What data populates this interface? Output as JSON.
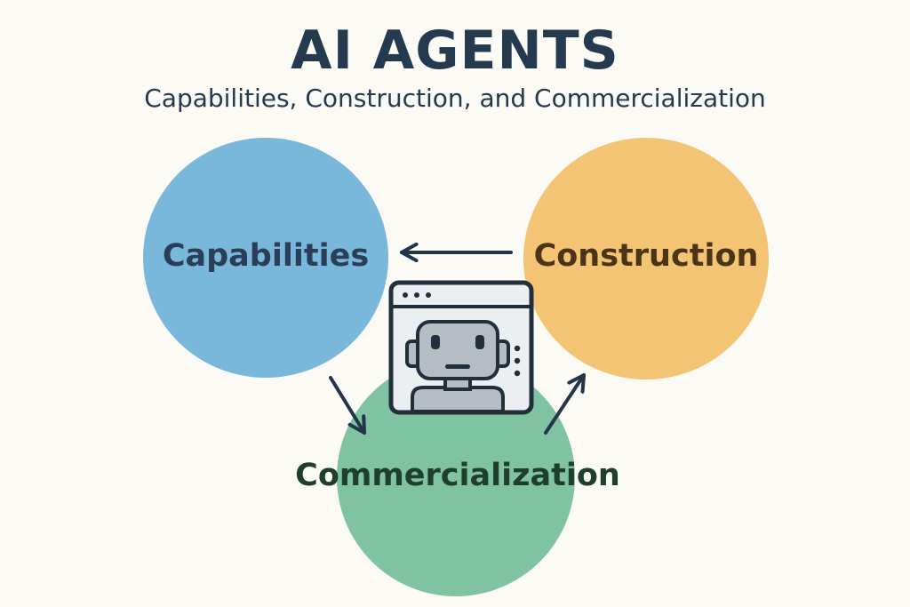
{
  "header": {
    "title": "AI AGENTS",
    "subtitle": "Capabilities, Construction, and Commercialization"
  },
  "nodes": {
    "capabilities": {
      "label": "Capabilities",
      "fill": "#79b8da",
      "text_color": "#2b3e57"
    },
    "construction": {
      "label": "Construction",
      "fill": "#f2c474",
      "text_color": "#4d3418"
    },
    "commercialization": {
      "label": "Commercialization",
      "fill": "#80c3a3",
      "text_color": "#1f3e2b"
    }
  },
  "edges": [
    {
      "from": "construction",
      "to": "capabilities"
    },
    {
      "from": "capabilities",
      "to": "commercialization"
    },
    {
      "from": "commercialization",
      "to": "construction"
    }
  ],
  "center_icon": "robot-in-browser-window-icon",
  "colors": {
    "background": "#fbfaf4",
    "title": "#253a4f",
    "arrow": "#233649"
  }
}
